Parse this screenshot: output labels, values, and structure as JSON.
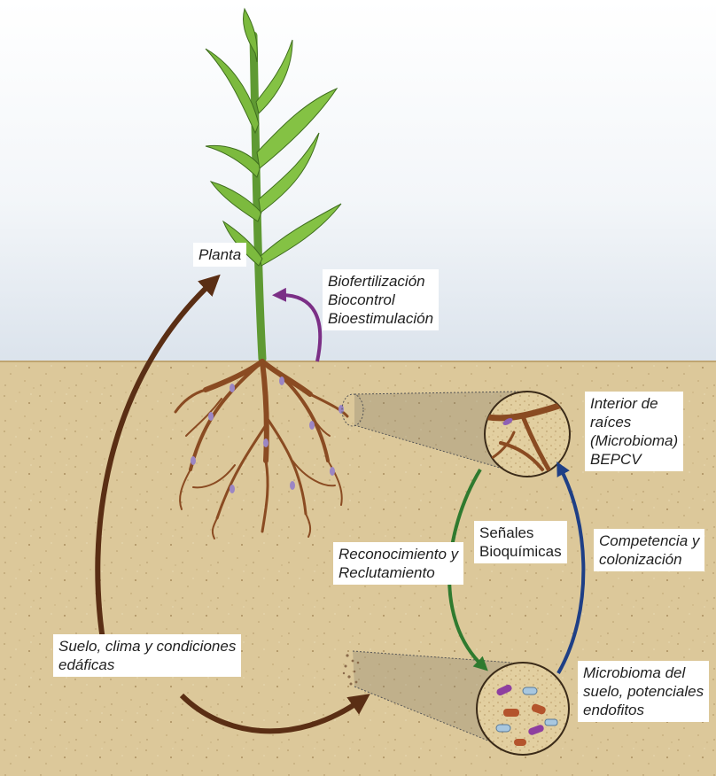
{
  "labels": {
    "planta": "Planta",
    "benefits": [
      "Biofertilización",
      "Biocontrol",
      "Bioestimulación"
    ],
    "interior": [
      "Interior de",
      "raíces",
      "(Microbioma)",
      "BEPCV"
    ],
    "senales": [
      "Señales",
      "Bioquímicas"
    ],
    "reconocimiento": [
      "Reconocimiento y",
      "Reclutamiento"
    ],
    "competencia": [
      "Competencia y",
      "colonización"
    ],
    "suelo": [
      "Suelo, clima y condiciones",
      "edáficas"
    ],
    "microbioma_suelo": [
      "Microbioma del",
      "suelo, potenciales",
      "endofitos"
    ]
  },
  "colors": {
    "soil": "#dcc89a",
    "sky_top": "#cfd9e6",
    "stem": "#6aa33b",
    "leaf": "#7cba3e",
    "root": "#8a4b22",
    "arrow_brown": "#5a2e14",
    "arrow_purple": "#7b2f86",
    "arrow_green": "#2f7a2f",
    "arrow_blue": "#1e3f86"
  }
}
